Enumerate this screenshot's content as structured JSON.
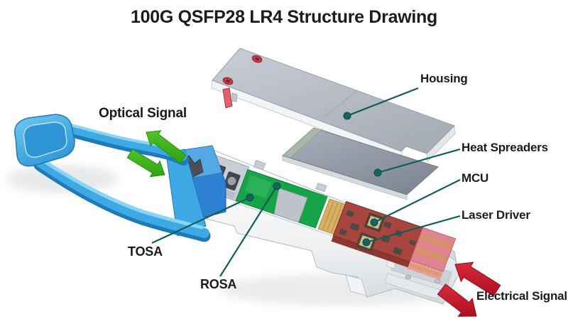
{
  "header": {
    "title": "100G QSFP28 LR4 Structure Drawing"
  },
  "annotations": {
    "optical_signal": "Optical Signal",
    "housing": "Housing",
    "heat_spreaders": "Heat Spreaders",
    "mcu": "MCU",
    "laser_driver": "Laser Driver",
    "tosa": "TOSA",
    "rosa": "ROSA",
    "electrical_signal": "Electrical Signal"
  },
  "arrows": {
    "optical": {
      "color": "#3eb71e",
      "count": 2,
      "direction": "bidirectional at fiber end"
    },
    "electrical": {
      "color": "#c81f31",
      "count": 2,
      "direction": "bidirectional at edge connector"
    }
  },
  "colors": {
    "background": "#ffffff",
    "text": "#1b1b1d",
    "leader_line": "#0e5f58",
    "bail_blue": "#3fa9e6",
    "clip_blue": "#2e80d2",
    "housing_gray": "#b7bdc6",
    "heat_spreader_gray": "#8e96a2",
    "osa_green": "#17a347",
    "pcb_red": "#a8453e",
    "flex_gold": "#d6b164",
    "edge_connector_pink": "#e0858f",
    "screw_red": "#c33b49"
  }
}
